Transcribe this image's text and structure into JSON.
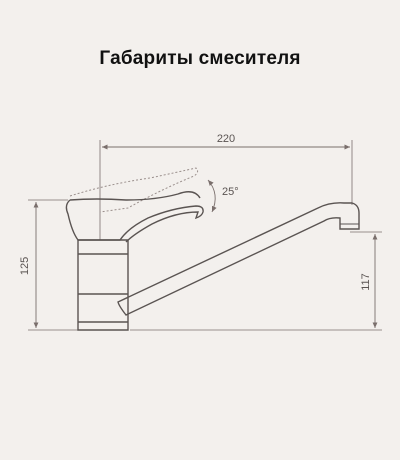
{
  "title": "Габариты смесителя",
  "dimensions": {
    "spout_length": "220",
    "total_height": "125",
    "spout_height": "117",
    "lever_angle": "25°"
  },
  "colors": {
    "background": "#f3f0ed",
    "line": "#5a5452",
    "dimension": "#7a6f6c",
    "title": "#111111"
  }
}
